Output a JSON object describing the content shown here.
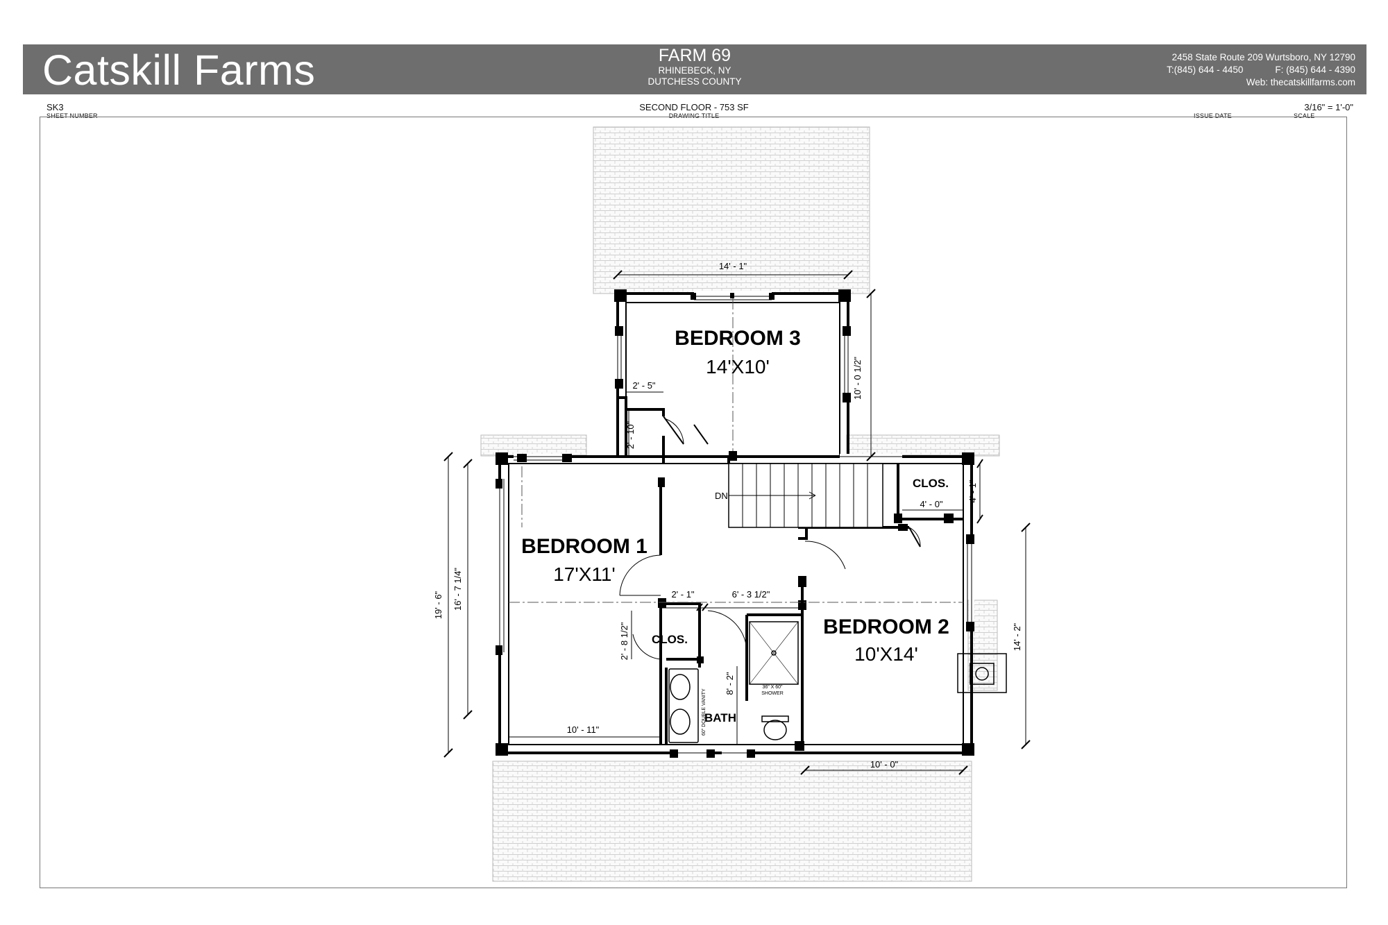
{
  "header": {
    "company": "Catskill Farms",
    "project_name": "FARM 69",
    "location_line1": "RHINEBECK, NY",
    "location_line2": "DUTCHESS COUNTY",
    "address": "2458 State Route 209 Wurtsboro, NY 12790",
    "phone": "T:(845) 644 - 4450",
    "fax": "F: (845) 644 - 4390",
    "web": "Web: thecatskillfarms.com"
  },
  "sheet": {
    "number": "SK3",
    "number_label": "SHEET NUMBER",
    "title": "SECOND FLOOR  -  753 SF",
    "title_label": "DRAWING TITLE",
    "issue_date_label": "ISSUE DATE",
    "scale": "3/16\" = 1'-0\"",
    "scale_label": "SCALE"
  },
  "rooms": {
    "bedroom3": {
      "name": "BEDROOM 3",
      "size": "14'X10'"
    },
    "bedroom1": {
      "name": "BEDROOM 1",
      "size": "17'X11'"
    },
    "bedroom2": {
      "name": "BEDROOM 2",
      "size": "10'X14'"
    },
    "closet_upper": "CLOS.",
    "closet_lower": "CLOS.",
    "bath": "BATH",
    "stair_down": "DN",
    "shower_line1": "36\" X 60\"",
    "shower_line2": "SHOWER",
    "vanity": "60\" DOUBLE VANITY"
  },
  "dimensions": {
    "top_width": "14' - 1\"",
    "bed3_depth": "10' - 0 1/2\"",
    "entry_width": "2' - 5\"",
    "entry_depth": "2' - 10\"",
    "closet_width": "4' - 0\"",
    "closet_depth": "4' - 1\"",
    "overall_depth": "19' - 6\"",
    "bed1_depth": "16' - 7 1/4\"",
    "closet_lower_width": "2' - 1\"",
    "bath_width": "6' - 3 1/2\"",
    "closet_lower_depth": "2' - 8 1/2\"",
    "bath_depth": "8' - 2\"",
    "bed1_width": "10' - 11\"",
    "bed2_width": "10' - 0\"",
    "bed2_depth": "14' - 2\""
  }
}
